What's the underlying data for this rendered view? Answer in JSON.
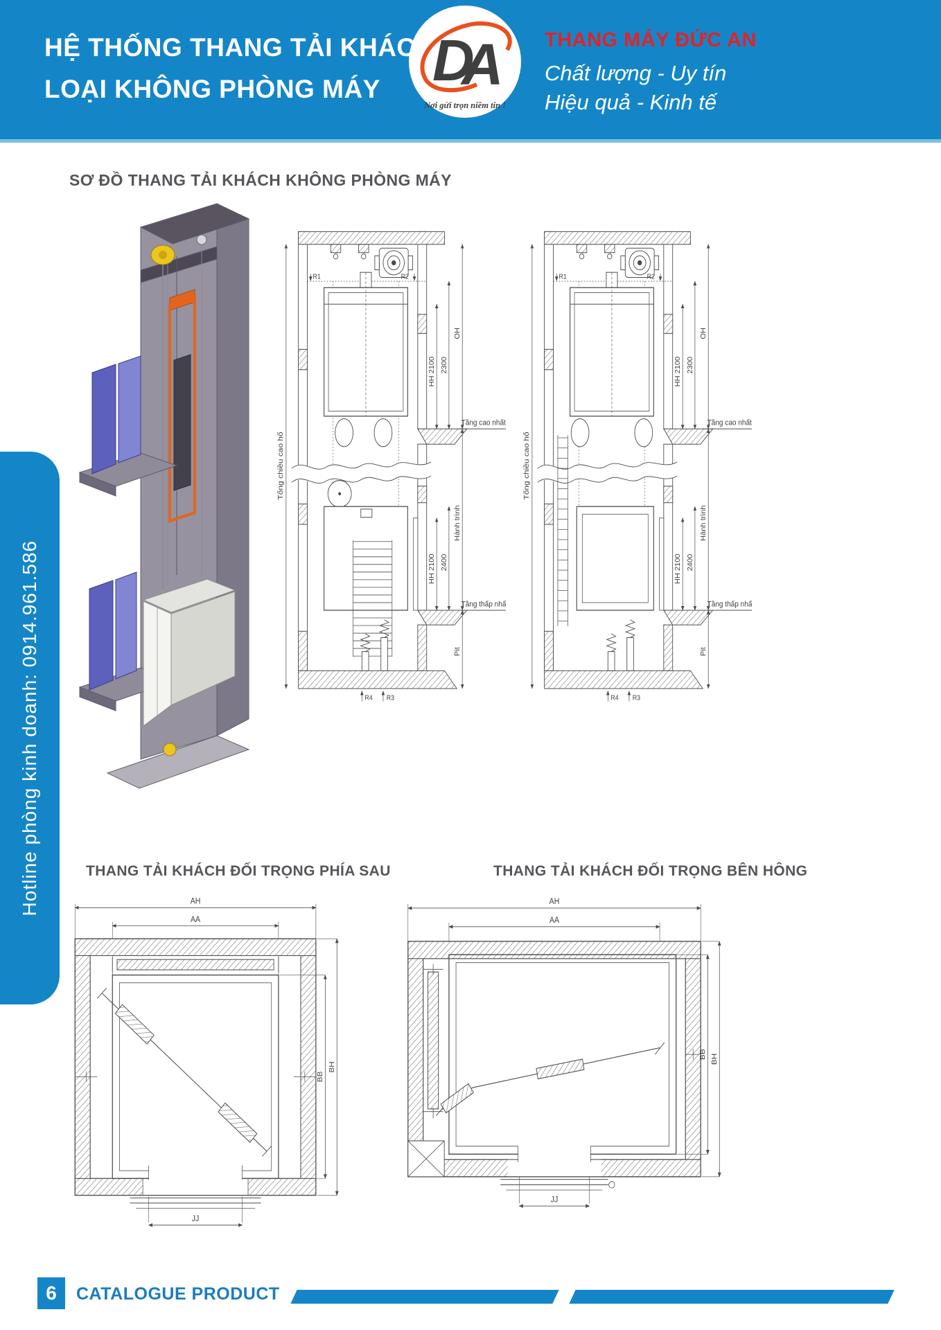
{
  "header": {
    "title_line1": "HỆ THỐNG THANG TẢI KHÁCH",
    "title_line2": "LOẠI KHÔNG PHÒNG MÁY",
    "logo": {
      "letter_d": "D",
      "letter_a": "A",
      "tagline": "Nơi gửi trọn niềm tin !"
    },
    "company_name": "THANG MÁY ĐỨC AN",
    "slogan_line1": "Chất lượng - Uy tín",
    "slogan_line2": "Hiệu quả - Kinh tế"
  },
  "sidebar": {
    "hotline": "Hotline phòng kinh doanh: 0914.961.586"
  },
  "section": {
    "title": "SƠ ĐỒ THANG TẢI KHÁCH KHÔNG PHÒNG MÁY"
  },
  "elevations": {
    "labels": {
      "r1": "R1",
      "r2": "R2",
      "oh": "OH",
      "h2300": "2300",
      "hh2100": "HH 2100",
      "top_floor": "Tầng cao nhất",
      "travel": "Hành trình",
      "h2400": "2400",
      "bottom_floor": "Tầng thấp nhất",
      "pit": "Pit",
      "r4": "R4",
      "r3": "R3",
      "total_height": "Tổng chiều cao hố"
    }
  },
  "plans": {
    "rear_title": "THANG TẢI KHÁCH ĐỐI TRỌNG PHÍA SAU",
    "side_title": "THANG TẢI KHÁCH ĐỐI TRỌNG BÊN HÔNG",
    "dims": {
      "ah": "AH",
      "aa": "AA",
      "bh": "BH",
      "bb": "BB",
      "jj": "JJ"
    }
  },
  "footer": {
    "page_number": "6",
    "label": "CATALOGUE PRODUCT"
  },
  "colors": {
    "brand_blue": "#1486c8",
    "brand_red": "#e02328",
    "logo_orange": "#e8501e",
    "logo_green": "#169a44",
    "heading_gray": "#55565a"
  }
}
